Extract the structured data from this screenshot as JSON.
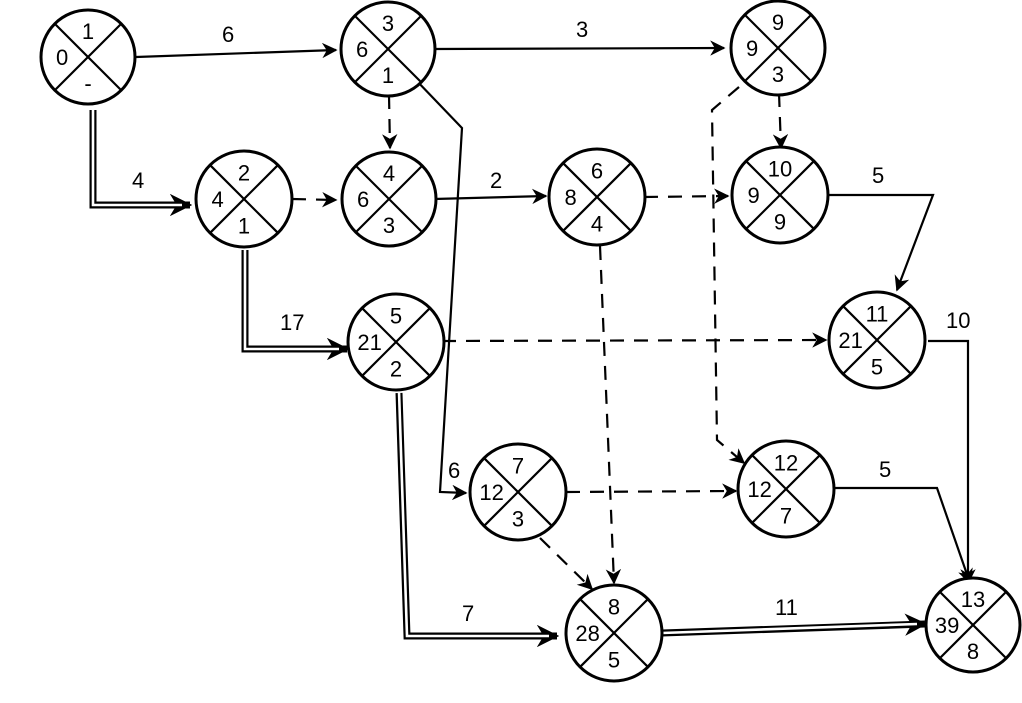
{
  "nodes": [
    {
      "id": "n1",
      "top": "1",
      "left": "0",
      "bottom": "-"
    },
    {
      "id": "n3",
      "top": "3",
      "left": "6",
      "bottom": "1"
    },
    {
      "id": "n9",
      "top": "9",
      "left": "9",
      "bottom": "3"
    },
    {
      "id": "n2",
      "top": "2",
      "left": "4",
      "bottom": "1"
    },
    {
      "id": "n4",
      "top": "4",
      "left": "6",
      "bottom": "3"
    },
    {
      "id": "n6",
      "top": "6",
      "left": "8",
      "bottom": "4"
    },
    {
      "id": "n10",
      "top": "10",
      "left": "9",
      "bottom": "9"
    },
    {
      "id": "n5",
      "top": "5",
      "left": "21",
      "bottom": "2"
    },
    {
      "id": "n11",
      "top": "11",
      "left": "21",
      "bottom": "5"
    },
    {
      "id": "n7",
      "top": "7",
      "left": "12",
      "bottom": "3"
    },
    {
      "id": "n12",
      "top": "12",
      "left": "12",
      "bottom": "7"
    },
    {
      "id": "n8",
      "top": "8",
      "left": "28",
      "bottom": "5"
    },
    {
      "id": "n13",
      "top": "13",
      "left": "39",
      "bottom": "8"
    }
  ],
  "edges": [
    {
      "id": "e1-3",
      "label": "6"
    },
    {
      "id": "e3-9",
      "label": "3"
    },
    {
      "id": "e1-2",
      "label": "4"
    },
    {
      "id": "e4-6",
      "label": "2"
    },
    {
      "id": "e10-11",
      "label": "5"
    },
    {
      "id": "e2-5",
      "label": "17"
    },
    {
      "id": "e11-13",
      "label": "10"
    },
    {
      "id": "e3-7",
      "label": "6"
    },
    {
      "id": "e12-13",
      "label": "5"
    },
    {
      "id": "e5-8",
      "label": "7"
    },
    {
      "id": "e8-13",
      "label": "11"
    }
  ]
}
